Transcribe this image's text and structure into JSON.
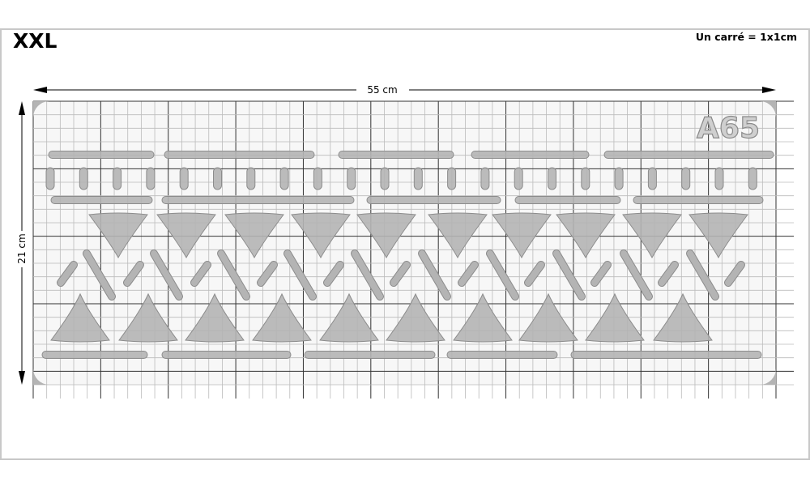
{
  "header": {
    "size_label": "XXL",
    "scale_note": "Un carré = 1x1cm"
  },
  "dimensions": {
    "width_label": "55 cm",
    "height_label": "21 cm",
    "width_cm": 55,
    "height_cm": 21
  },
  "stencil": {
    "code": "A65"
  },
  "colors": {
    "shape_fill": "#b4b4b4",
    "shape_stroke": "#8c8c8c",
    "sheet": "#f7f7f7"
  }
}
